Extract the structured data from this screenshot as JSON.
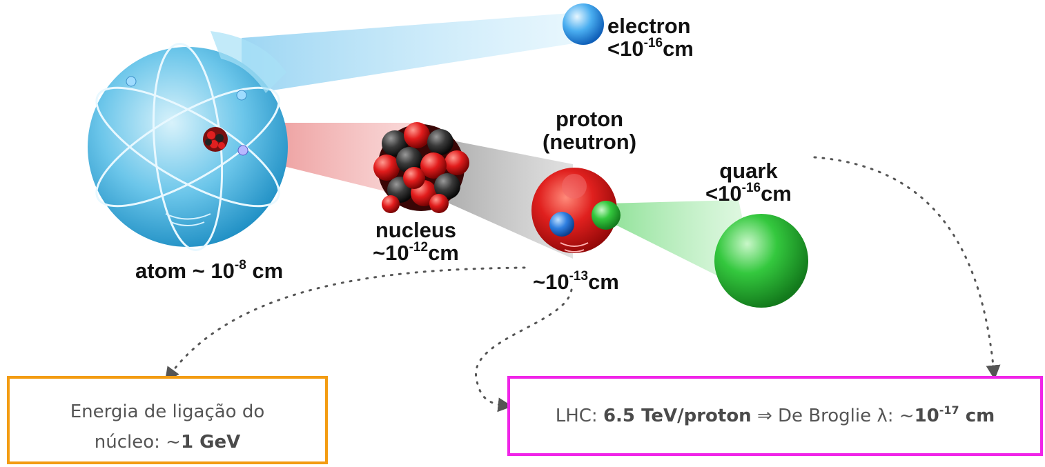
{
  "labels": {
    "electron": {
      "name": "electron",
      "prefix": "<10",
      "exponent": "-16",
      "unit": "cm"
    },
    "proton": {
      "line1": "proton",
      "line2": "(neutron)",
      "prefix": "~10",
      "exponent": "-13",
      "unit": "cm"
    },
    "quark": {
      "name": "quark",
      "prefix": "<10",
      "exponent": "-16",
      "unit": "cm"
    },
    "nucleus": {
      "name": "nucleus",
      "prefix": "~10",
      "exponent": "-12",
      "unit": "cm"
    },
    "atom": {
      "prefix": "atom ~ 10",
      "exponent": "-8",
      "unit": " cm"
    }
  },
  "binding_box": {
    "line1": "Energia de ligação do",
    "line2_prefix": "núcleo: ~",
    "line2_value": "1 GeV"
  },
  "lhc_box": {
    "prefix": "LHC: ",
    "energy": "6.5 TeV/proton",
    "arrow": " ⇒ ",
    "middle": "De Broglie λ: ~",
    "base": "10",
    "exponent": "-17",
    "unit": " cm"
  },
  "colors": {
    "atom": "#4fb8e0",
    "nucleus_red": "#e0201e",
    "nucleus_dark": "#2a2a2a",
    "proton": "#d81818",
    "quark_green": "#2ecc40",
    "quark_blue": "#2f7fe0",
    "orange_box": "#f39c12",
    "magenta_box": "#f024e8"
  }
}
